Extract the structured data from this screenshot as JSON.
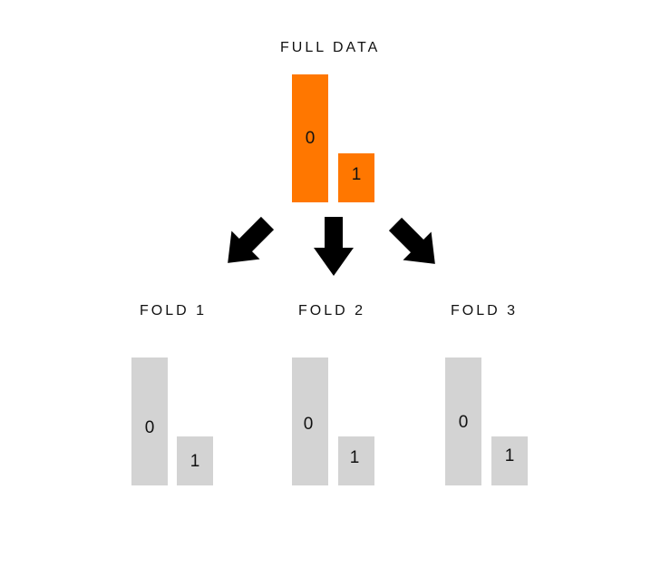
{
  "full": {
    "title": "FULL DATA",
    "bar_major_label": "0",
    "bar_minor_label": "1",
    "color": "#ff7700"
  },
  "folds": [
    {
      "title": "FOLD 1",
      "bar_major_label": "0",
      "bar_minor_label": "1"
    },
    {
      "title": "FOLD 2",
      "bar_major_label": "0",
      "bar_minor_label": "1"
    },
    {
      "title": "FOLD 3",
      "bar_major_label": "0",
      "bar_minor_label": "1"
    }
  ],
  "fold_color": "#d3d3d3",
  "arrow_color": "#000000"
}
